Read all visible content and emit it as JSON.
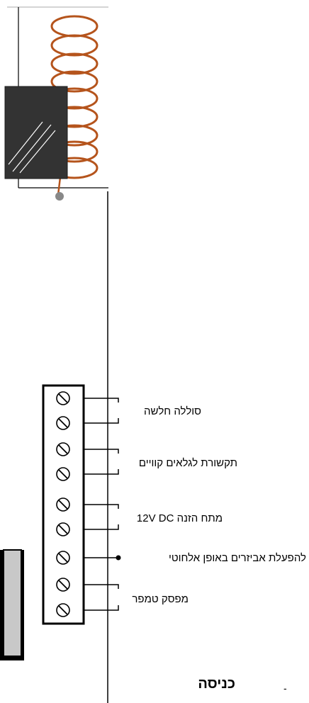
{
  "labels": {
    "weak_coil": "סוללה חלשה",
    "wired_detectors": "תקשורת לגלאים קוויים",
    "supply_voltage": "מתח הזנה 12V DC",
    "wireless_accessories": "להפעלת אביזרים באופן אלחוטי",
    "tamper_switch": "מפסק טמפר"
  },
  "heading": "כניסה",
  "dash_mark": "-",
  "colors": {
    "coil": "#b5541c",
    "relay_body": "#333333",
    "terminal_dot": "#888888",
    "line": "#000000",
    "side_panel": "#c8c8c8"
  }
}
